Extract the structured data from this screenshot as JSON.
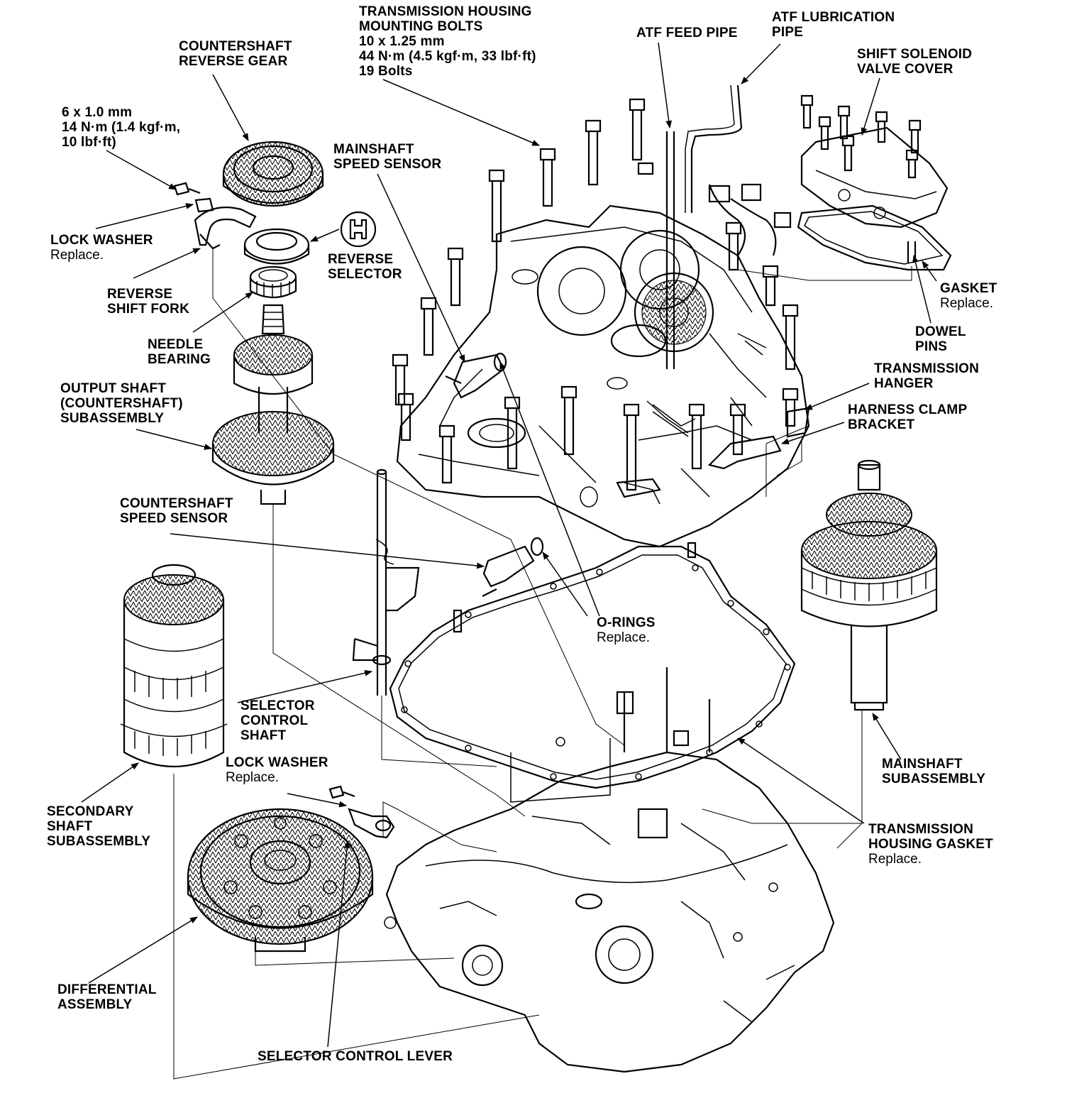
{
  "colors": {
    "ink": "#000000",
    "paper": "#ffffff"
  },
  "labels": {
    "housing_bolts": [
      "TRANSMISSION HOUSING",
      "MOUNTING BOLTS",
      "10 x 1.25 mm",
      "44 N·m (4.5 kgf·m, 33 lbf·ft)",
      "19 Bolts"
    ],
    "atf_lube_pipe": [
      "ATF LUBRICATION",
      "PIPE"
    ],
    "atf_feed_pipe": "ATF FEED PIPE",
    "cs_reverse_gear": [
      "COUNTERSHAFT",
      "REVERSE GEAR"
    ],
    "shift_solenoid_cover": [
      "SHIFT SOLENOID",
      "VALVE COVER"
    ],
    "bolt_6mm": [
      "6 x 1.0 mm",
      "14 N·m (1.4 kgf·m,",
      "10 lbf·ft)"
    ],
    "mainshaft_speed_sensor": [
      "MAINSHAFT",
      "SPEED SENSOR"
    ],
    "lock_washer_top": {
      "title": "LOCK WASHER",
      "note": "Replace."
    },
    "reverse_selector": [
      "REVERSE",
      "SELECTOR"
    ],
    "gasket": {
      "title": "GASKET",
      "note": "Replace."
    },
    "reverse_shift_fork": [
      "REVERSE",
      "SHIFT FORK"
    ],
    "dowel_pins": [
      "DOWEL",
      "PINS"
    ],
    "needle_bearing": [
      "NEEDLE",
      "BEARING"
    ],
    "transmission_hanger": [
      "TRANSMISSION",
      "HANGER"
    ],
    "output_shaft": [
      "OUTPUT SHAFT",
      "(COUNTERSHAFT)",
      "SUBASSEMBLY"
    ],
    "harness_clamp": [
      "HARNESS CLAMP",
      "BRACKET"
    ],
    "cs_speed_sensor": [
      "COUNTERSHAFT",
      "SPEED SENSOR"
    ],
    "o_rings": {
      "title": "O-RINGS",
      "note": "Replace."
    },
    "selector_shaft": [
      "SELECTOR",
      "CONTROL",
      "SHAFT"
    ],
    "lock_washer_bottom": {
      "title": "LOCK WASHER",
      "note": "Replace."
    },
    "mainshaft_subassembly": [
      "MAINSHAFT",
      "SUBASSEMBLY"
    ],
    "secondary_shaft": [
      "SECONDARY",
      "SHAFT",
      "SUBASSEMBLY"
    ],
    "housing_gasket": {
      "title": [
        "TRANSMISSION",
        "HOUSING GASKET"
      ],
      "note": "Replace."
    },
    "differential": [
      "DIFFERENTIAL",
      "ASSEMBLY"
    ],
    "selector_lever": "SELECTOR CONTROL LEVER"
  }
}
